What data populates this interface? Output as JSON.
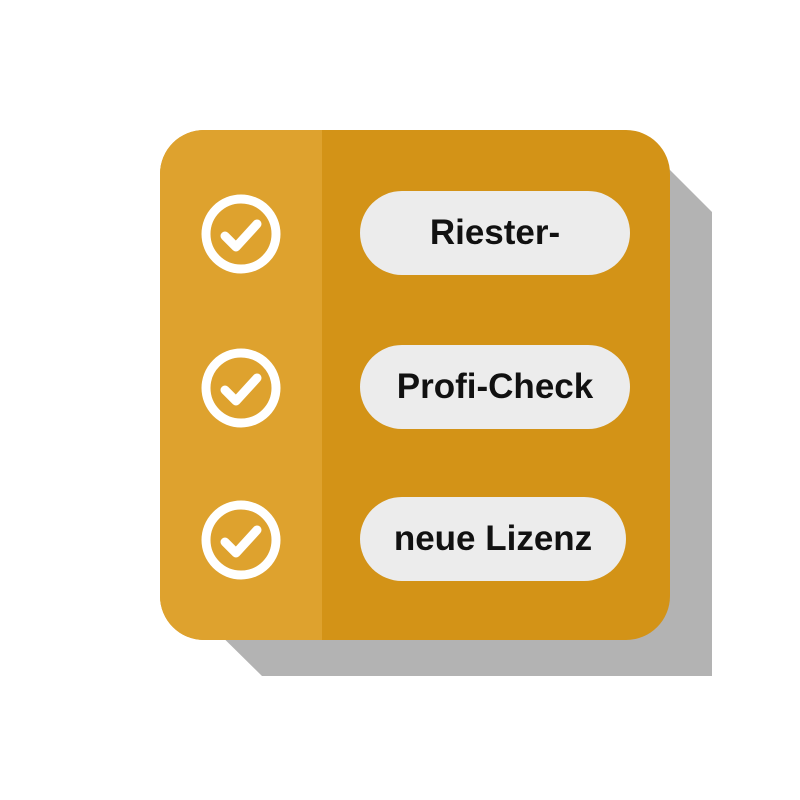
{
  "colors": {
    "card_main": "#d39317",
    "card_left_panel": "#dea22e",
    "pill_background": "#ececec",
    "text": "#111111",
    "shadow": "#b3b3b3",
    "check": "#ffffff"
  },
  "checklist": {
    "items": [
      {
        "label": "Riester-",
        "icon": "check-circle-icon"
      },
      {
        "label": "Profi-Check",
        "icon": "check-circle-icon"
      },
      {
        "label": "neue Lizenz",
        "icon": "check-circle-icon"
      }
    ]
  }
}
